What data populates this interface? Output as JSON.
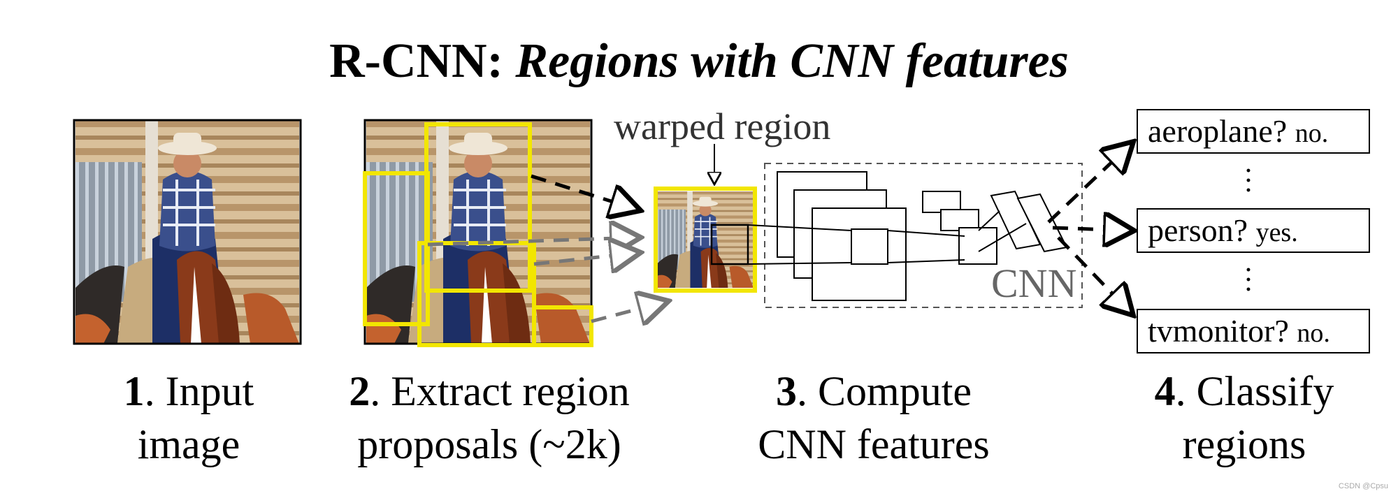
{
  "title": {
    "main": "R-CNN:",
    "italic": "Regions with CNN features"
  },
  "labels": {
    "warped_region": "warped region",
    "cnn": "CNN"
  },
  "steps": [
    {
      "num": "1",
      "line1": ". Input",
      "line2": "image"
    },
    {
      "num": "2",
      "line1": ". Extract region",
      "line2": "proposals (~2k)"
    },
    {
      "num": "3",
      "line1": ". Compute",
      "line2": "CNN features"
    },
    {
      "num": "4",
      "line1": ". Classify",
      "line2": "regions"
    }
  ],
  "classes": [
    {
      "name": "aeroplane?",
      "answer": "no."
    },
    {
      "name": "person?",
      "answer": "yes."
    },
    {
      "name": "tvmonitor?",
      "answer": "no."
    }
  ],
  "watermark": "CSDN @Cpsu",
  "colors": {
    "proposal_box": "#f2e600",
    "arrow_black": "#000000",
    "arrow_gray": "#777777"
  },
  "icons": [
    "cowboy-photo",
    "dashed-arrow"
  ]
}
